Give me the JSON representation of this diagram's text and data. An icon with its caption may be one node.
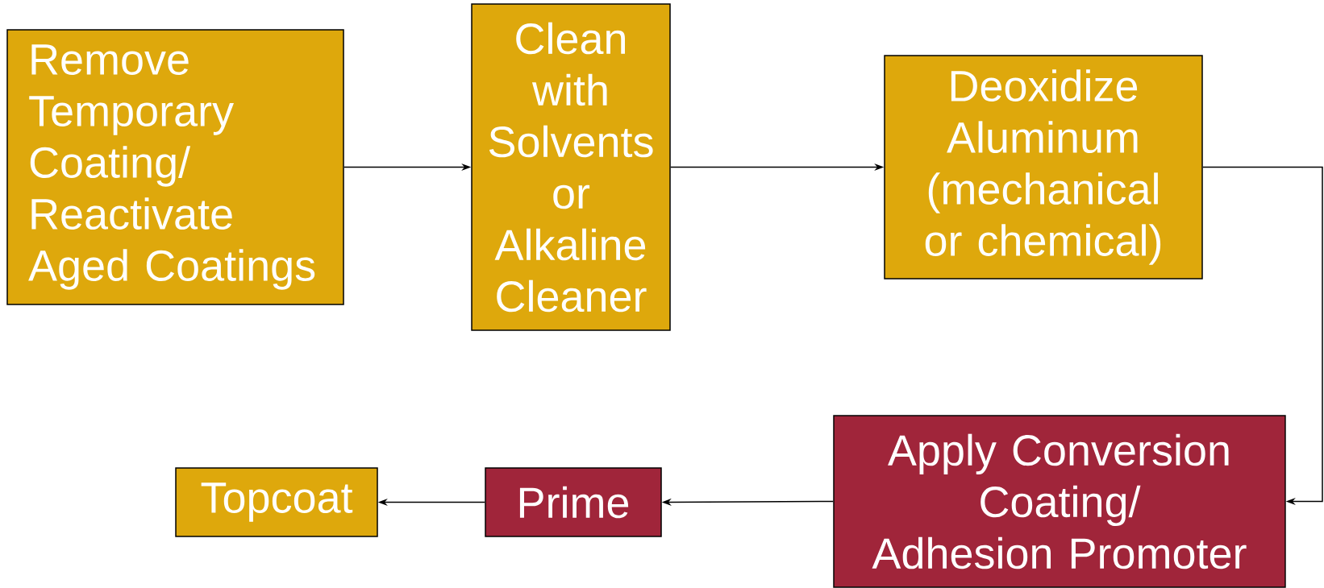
{
  "diagram": {
    "nodes": [
      {
        "text": [
          "Remove Temporary Coating/ Reactivate Aged Coatings"
        ]
      },
      {
        "text": [
          "Clean with Solvents or Alkaline Cleaner"
        ]
      },
      {
        "text": [
          "Deoxidize Aluminum (mechanical or chemical)"
        ]
      },
      {
        "text": [
          "Apply Conversion Coating/",
          "Adhesion Promoter"
        ]
      },
      {
        "text": [
          "Prime"
        ]
      },
      {
        "text": [
          "Topcoat"
        ]
      }
    ],
    "edges": [
      {
        "from": 0,
        "to": 1,
        "arrow": "to"
      },
      {
        "from": 1,
        "to": 2,
        "arrow": "to"
      },
      {
        "from": 2,
        "to": 3,
        "arrow": "to"
      },
      {
        "from": 3,
        "to": 4,
        "arrow": "to"
      },
      {
        "from": 4,
        "to": 5,
        "arrow": "to"
      }
    ]
  }
}
